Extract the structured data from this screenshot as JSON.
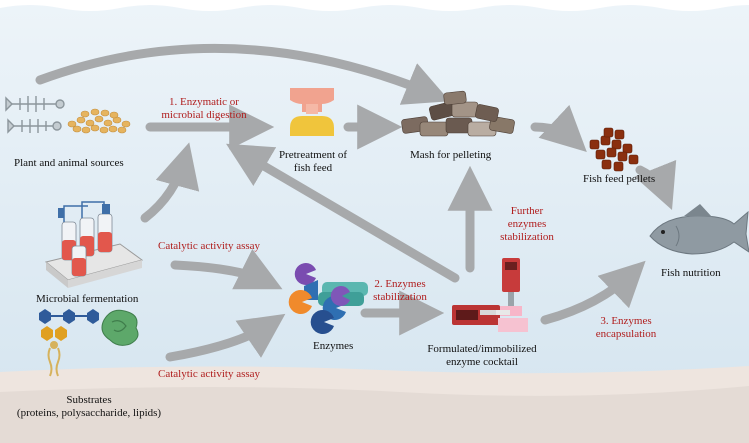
{
  "colors": {
    "water_top": "#e9f1f7",
    "water_bottom": "#d7e6f1",
    "seabed": "#ede4de",
    "arrow": "#a7a9ab",
    "step_text": "#b01e1e",
    "node_text": "#111111"
  },
  "nodes": {
    "sources": "Plant and animal sources",
    "pretreatment_line1": "Pretreatment of",
    "pretreatment_line2": "fish feed",
    "mash": "Mash for pelleting",
    "pellets": "Fish feed pellets",
    "fermentation": "Microbial fermentation",
    "enzymes": "Enzymes",
    "cocktail_line1": "Formulated/immobilized",
    "cocktail_line2": "enzyme cocktail",
    "nutrition": "Fish nutrition",
    "substrates_line1": "Substrates",
    "substrates_line2": "(proteins, polysaccharide, lipids)"
  },
  "steps": {
    "digestion_line1": "1. Enzymatic or",
    "digestion_line2": "microbial digestion",
    "assay_fermentation": "Catalytic activity assay",
    "assay_substrates": "Catalytic activity assay",
    "stabilization_line1": "2. Enzymes",
    "stabilization_line2": "stabilization",
    "further_line1": "Further",
    "further_line2": "enzymes",
    "further_line3": "stabilization",
    "encapsulation_line1": "3. Enzymes",
    "encapsulation_line2": "encapsulation"
  },
  "icons": [
    "fish-skeleton-icon",
    "grains-icon",
    "pretreatment-mixer-icon",
    "feed-mash-icon",
    "feed-pellets-icon",
    "bioreactor-icon",
    "enzyme-shapes-icon",
    "syringe-pump-icon",
    "fish-icon",
    "glycolipid-icon",
    "polysaccharide-icon",
    "protein-icon"
  ]
}
